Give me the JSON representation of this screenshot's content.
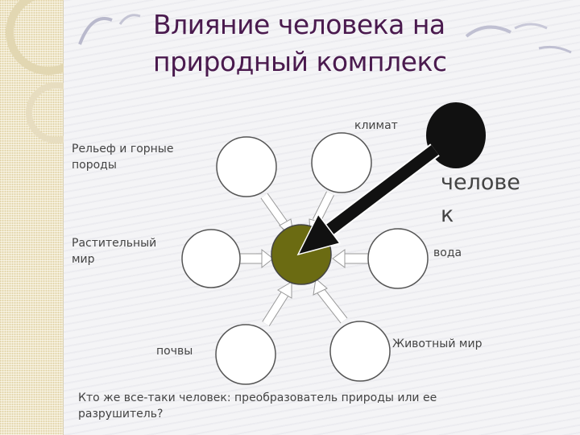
{
  "title": {
    "line1": "Влияние человека на",
    "line2": "природный комплекс"
  },
  "nodes": {
    "klimat": "климат",
    "relief": "Рельеф и горные породы",
    "rastit": "Растительный мир",
    "voda": "вода",
    "pochvy": "почвы",
    "zhivot": "Животный мир",
    "chelovek_line1": "челове",
    "chelovek_line2": "к"
  },
  "question": "Кто же все-таки человек: преобразователь природы или ее разрушитель?",
  "colors": {
    "title": "#4a1a4e",
    "center": "#6b6b12",
    "human": "#111111"
  }
}
